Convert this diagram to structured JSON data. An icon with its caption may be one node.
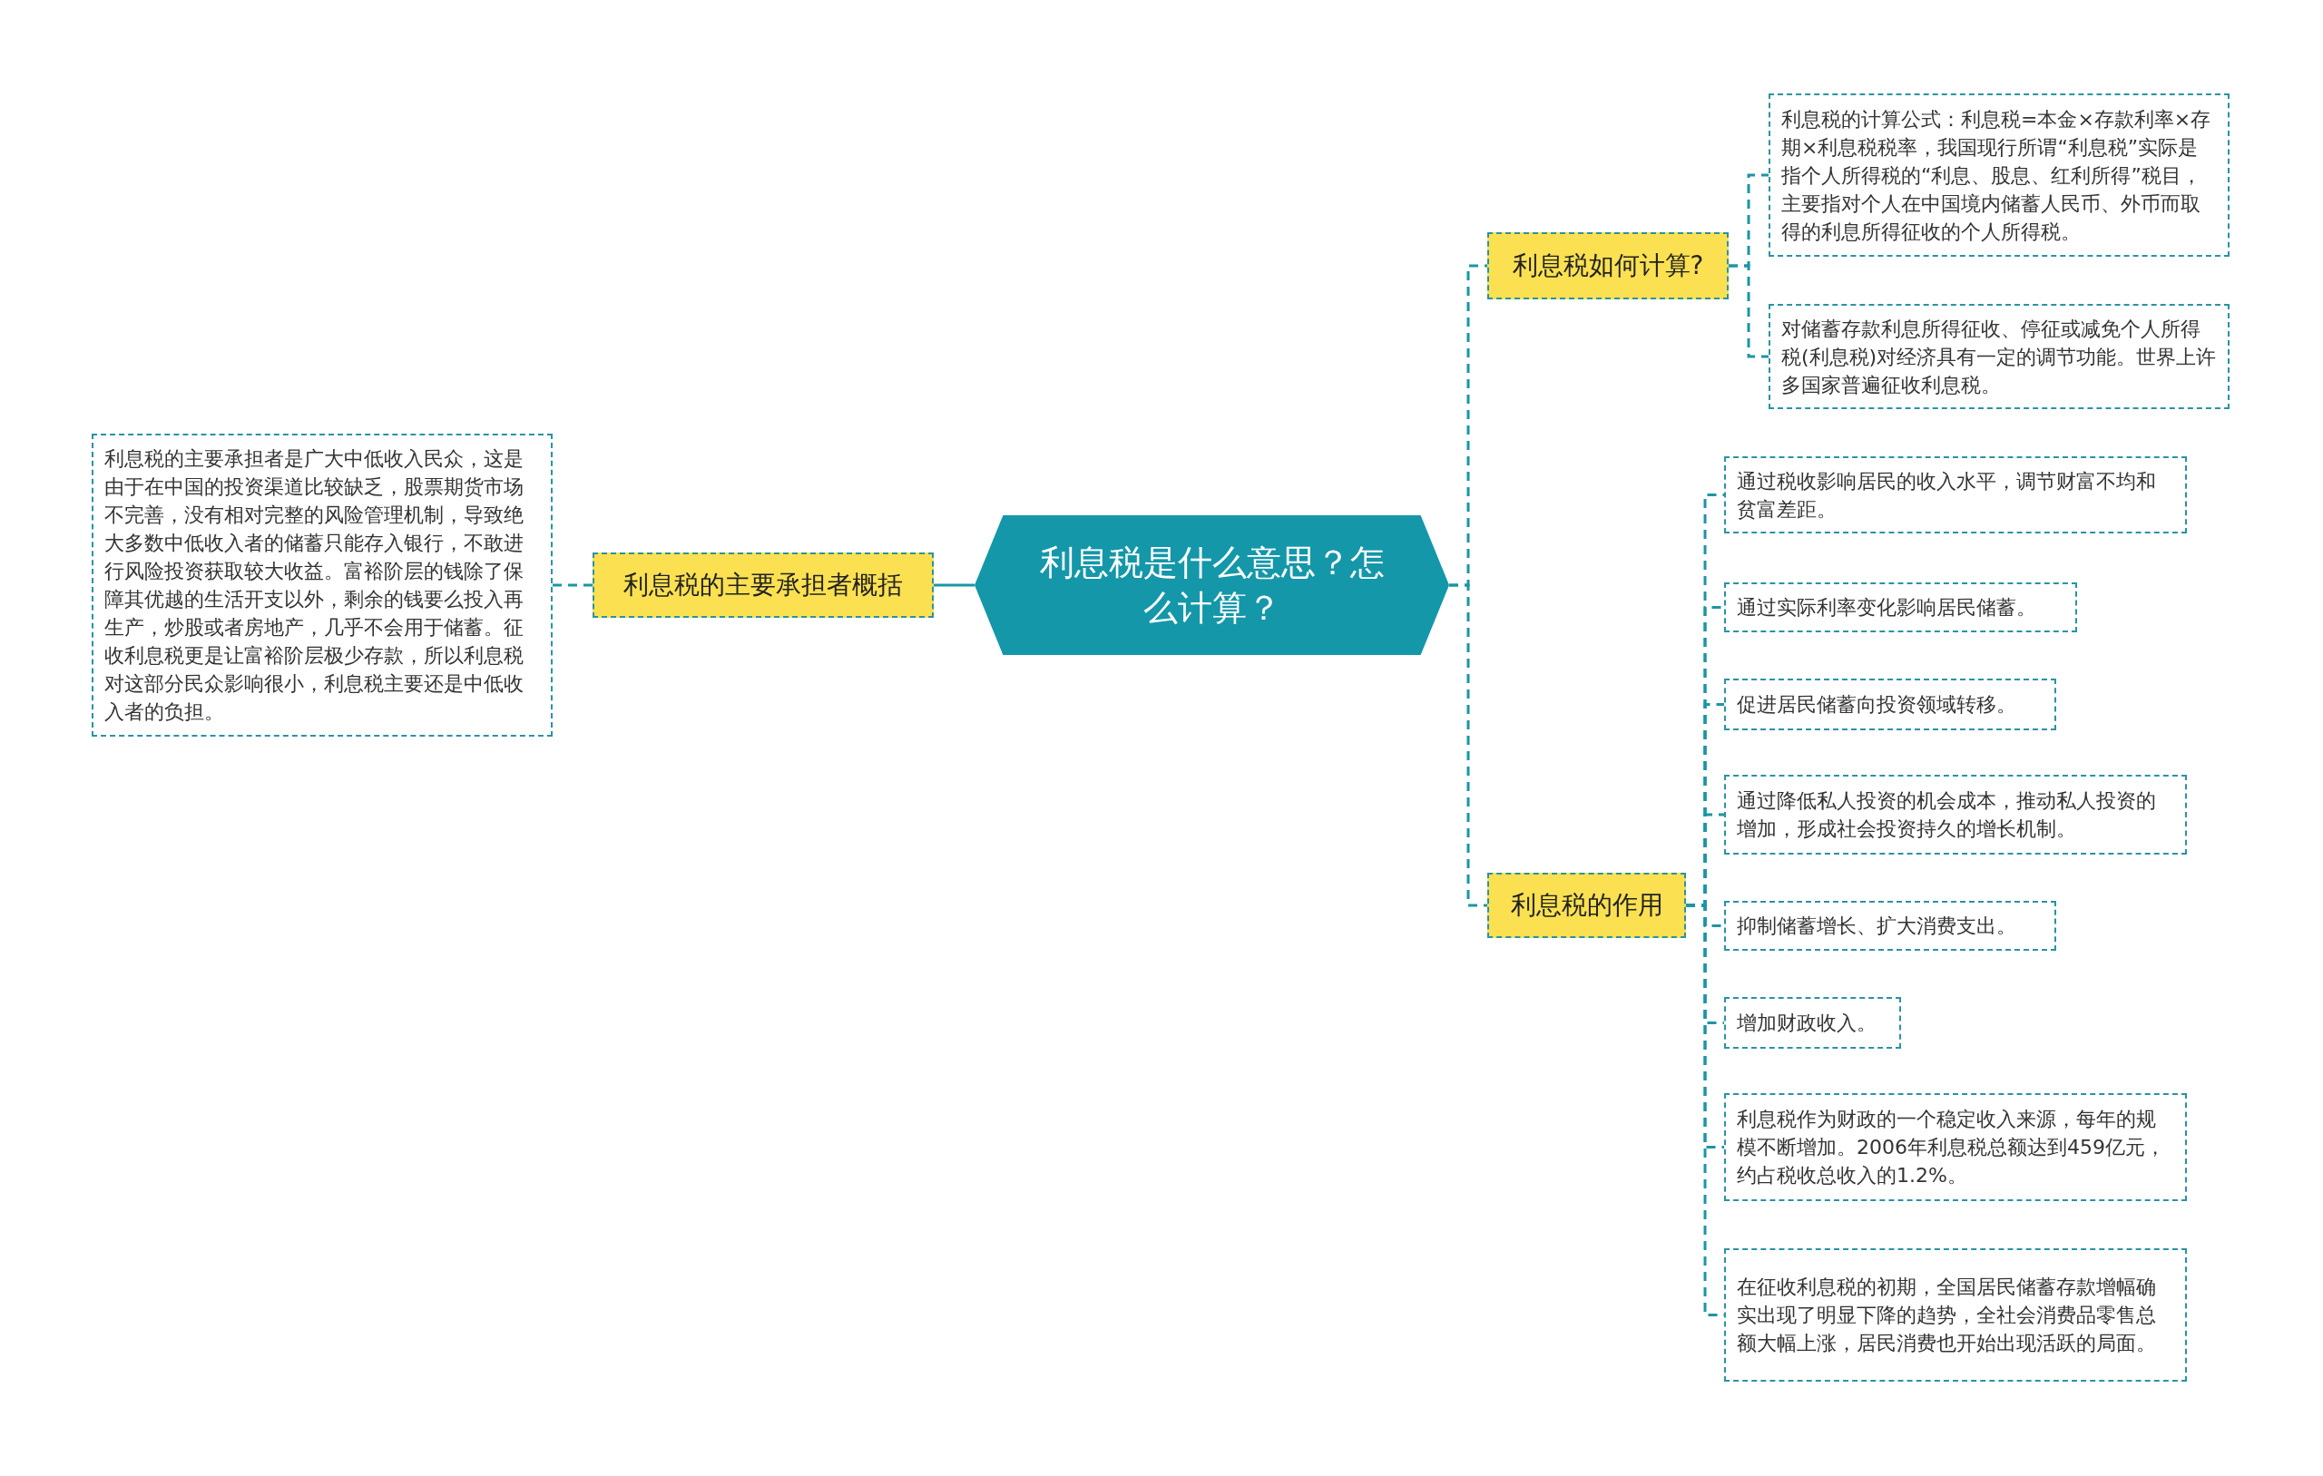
{
  "diagram": {
    "nodes": [
      {
        "text": [
          "利息税是什么意思？怎么计算？"
        ]
      },
      {
        "text": [
          "利息税的主要承担者概括"
        ]
      },
      {
        "text": [
          "利息税的主要承担者是广大中低收入民众，这是由于在中国的投资渠道比较缺乏，股票期货市场不完善，没有相对完整的风险管理机制，导致绝大多数中低收入者的储蓄只能存入银行，不敢进行风险投资获取较大收益。富裕阶层的钱除了保障其优越的生活开支以外，剩余的钱要么投入再生产，炒股或者房地产，几乎不会用于储蓄。征收利息税更是让富裕阶层极少存款，所以利息税对这部分民众影响很小，利息税主要还是中低收入者的负担。"
        ]
      },
      {
        "text": [
          "利息税如何计算?"
        ]
      },
      {
        "text": [
          "利息税的计算公式：利息税=本金×存款利率×存期×利息税税率，我国现行所谓“利息税”实际是指个人所得税的“利息、股息、红利所得”税目，主要指对个人在中国境内储蓄人民币、外币而取得的利息所得征收的个人所得税。"
        ]
      },
      {
        "text": [
          "对储蓄存款利息所得征收、停征或减免个人所得税(利息税)对经济具有一定的调节功能。世界上许多国家普遍征收利息税。"
        ]
      },
      {
        "text": [
          "利息税的作用"
        ]
      },
      {
        "text": [
          "通过税收影响居民的收入水平，调节财富不均和贫富差距。"
        ]
      },
      {
        "text": [
          "通过实际利率变化影响居民储蓄。"
        ]
      },
      {
        "text": [
          "促进居民储蓄向投资领域转移。"
        ]
      },
      {
        "text": [
          "通过降低私人投资的机会成本，推动私人投资的增加，形成社会投资持久的增长机制。"
        ]
      },
      {
        "text": [
          "抑制储蓄增长、扩大消费支出。"
        ]
      },
      {
        "text": [
          "增加财政收入。"
        ]
      },
      {
        "text": [
          "利息税作为财政的一个稳定收入来源，每年的规模不断增加。2006年利息税总额达到459亿元，约占税收总收入的1.2%。"
        ]
      },
      {
        "text": [
          "在征收利息税的初期，全国居民储蓄存款增幅确实出现了明显下降的趋势，全社会消费品零售总额大幅上涨，居民消费也开始出现活跃的局面。"
        ]
      }
    ],
    "edges": [
      {
        "from": 0,
        "to": 1,
        "arrow": "none"
      },
      {
        "from": 1,
        "to": 2,
        "arrow": "none",
        "style": "dashed"
      },
      {
        "from": 0,
        "to": 3,
        "arrow": "none",
        "style": "dashed"
      },
      {
        "from": 0,
        "to": 6,
        "arrow": "none",
        "style": "dashed"
      },
      {
        "from": 3,
        "to": 4,
        "arrow": "none",
        "style": "dashed"
      },
      {
        "from": 3,
        "to": 5,
        "arrow": "none",
        "style": "dashed"
      },
      {
        "from": 6,
        "to": 7,
        "arrow": "none",
        "style": "dashed"
      },
      {
        "from": 6,
        "to": 8,
        "arrow": "none",
        "style": "dashed"
      },
      {
        "from": 6,
        "to": 9,
        "arrow": "none",
        "style": "dashed"
      },
      {
        "from": 6,
        "to": 10,
        "arrow": "none",
        "style": "dashed"
      },
      {
        "from": 6,
        "to": 11,
        "arrow": "none",
        "style": "dashed"
      },
      {
        "from": 6,
        "to": 12,
        "arrow": "none",
        "style": "dashed"
      },
      {
        "from": 6,
        "to": 13,
        "arrow": "none",
        "style": "dashed"
      },
      {
        "from": 6,
        "to": 14,
        "arrow": "none",
        "style": "dashed"
      }
    ]
  }
}
